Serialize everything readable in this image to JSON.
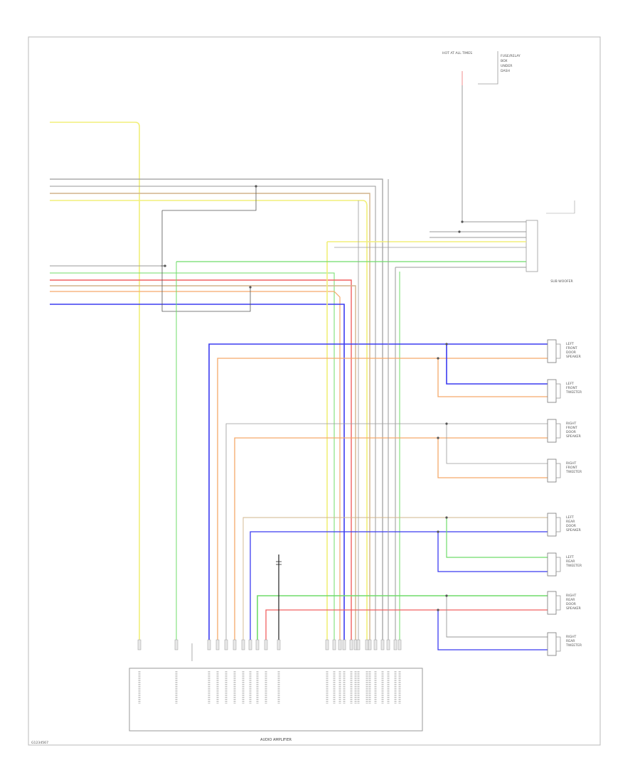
{
  "diagram": {
    "fuse_box_label": "HOT AT ALL TIMES",
    "fuse_box_lines": [
      "FUSE/RELAY",
      "BOX",
      "UNDER",
      "DASH"
    ],
    "sub_woofer_label": "SUB WOOFER",
    "amplifier_label": "AUDIO AMPLIFIER",
    "page_code": "G1234567",
    "speakers": [
      {
        "id": "left-front-door",
        "lines": [
          "LEFT",
          "FRONT",
          "DOOR",
          "SPEAKER"
        ]
      },
      {
        "id": "left-front-tweeter",
        "lines": [
          "LEFT",
          "FRONT",
          "TWEETER"
        ]
      },
      {
        "id": "right-front-door",
        "lines": [
          "RIGHT",
          "FRONT",
          "DOOR",
          "SPEAKER"
        ]
      },
      {
        "id": "right-front-tweeter",
        "lines": [
          "RIGHT",
          "FRONT",
          "TWEETER"
        ]
      },
      {
        "id": "left-rear-door",
        "lines": [
          "LEFT",
          "REAR",
          "DOOR",
          "SPEAKER"
        ]
      },
      {
        "id": "left-rear-tweeter",
        "lines": [
          "LEFT",
          "REAR",
          "TWEETER"
        ]
      },
      {
        "id": "right-rear-door",
        "lines": [
          "RIGHT",
          "REAR",
          "DOOR",
          "SPEAKER"
        ]
      },
      {
        "id": "right-rear-tweeter",
        "lines": [
          "RIGHT",
          "REAR",
          "TWEETER"
        ]
      }
    ]
  },
  "colors": {
    "yellow": "#f2ef7a",
    "gray": "#9a9a9a",
    "tan": "#d2b48c",
    "orange": "#f5a96a",
    "green": "#6fdc6a",
    "blue": "#3b3bf0",
    "red": "#f06060",
    "black": "#222222",
    "pink": "#f4a0a0"
  }
}
